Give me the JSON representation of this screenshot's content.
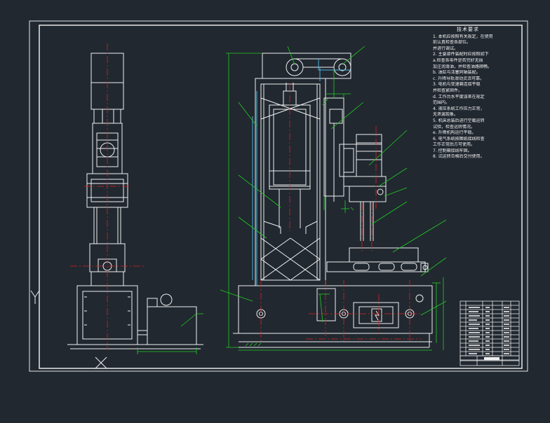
{
  "drawing": {
    "background": "#212830",
    "colors": {
      "outline": "#e8e8e8",
      "part": "#f0f0f0",
      "centerline": "#e02020",
      "leader": "#22cc22",
      "hydraulic": "#4fb0d8",
      "title_block": "#e8e8e8"
    },
    "notes_title": "技术要求",
    "notes": [
      "1. 本机应按照有关规定，在使用",
      "前认真检查各部位。",
      "   并进行调试。",
      "2. 主要部件装配时应按照如下",
      "a.检查各零件是否完好无损",
      "   加注润滑油，并检查油路顺畅。",
      "   b. 油缸与活塞同轴装配。",
      "   c. 升降导轨滑动灵活可靠。",
      "3. 电机与变速箱连接平稳",
      "   并检查紧固件。",
      "   d. 工作台水平度误差在规定",
      "   范围内。",
      "4. 液压系统工作压力正常，",
      "   无泄漏现象。",
      "5. 机床总装后进行空载运转",
      "   试验，检查运转情况。",
      "   e. 升降机构运行平稳。",
      "6. 电气系统按图纸接线检查",
      "   工作正常后方可使用。",
      "7. 控制箱接线牢固。",
      "8. 试运转合格后交付使用。"
    ]
  }
}
